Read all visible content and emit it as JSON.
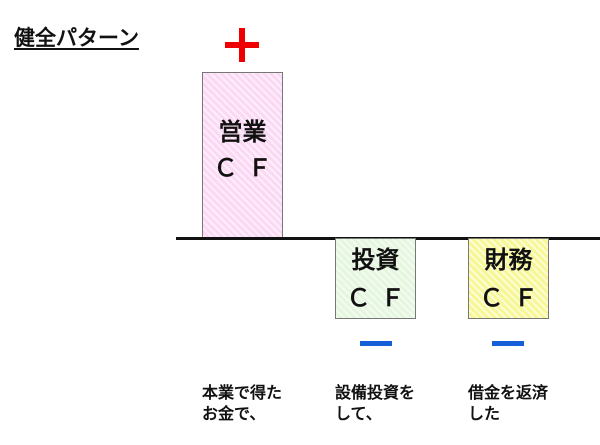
{
  "title": "健全パターン",
  "boxes": {
    "operating": {
      "line1": "営業",
      "line2": "ＣＦ",
      "color": "#fbd9f4",
      "sign": "plus"
    },
    "investing": {
      "line1": "投資",
      "line2": "ＣＦ",
      "color": "#e4f7de",
      "sign": "minus"
    },
    "financing": {
      "line1": "財務",
      "line2": "ＣＦ",
      "color": "#f7f796",
      "sign": "minus"
    }
  },
  "signs": {
    "plus_color": "#ee0000",
    "minus_color": "#1560d8"
  },
  "notes": {
    "operating": {
      "line1": "本業で得た",
      "line2": "お金で、"
    },
    "investing": {
      "line1": "設備投資を",
      "line2": "して、"
    },
    "financing": {
      "line1": "借金を返済",
      "line2": "した"
    }
  }
}
